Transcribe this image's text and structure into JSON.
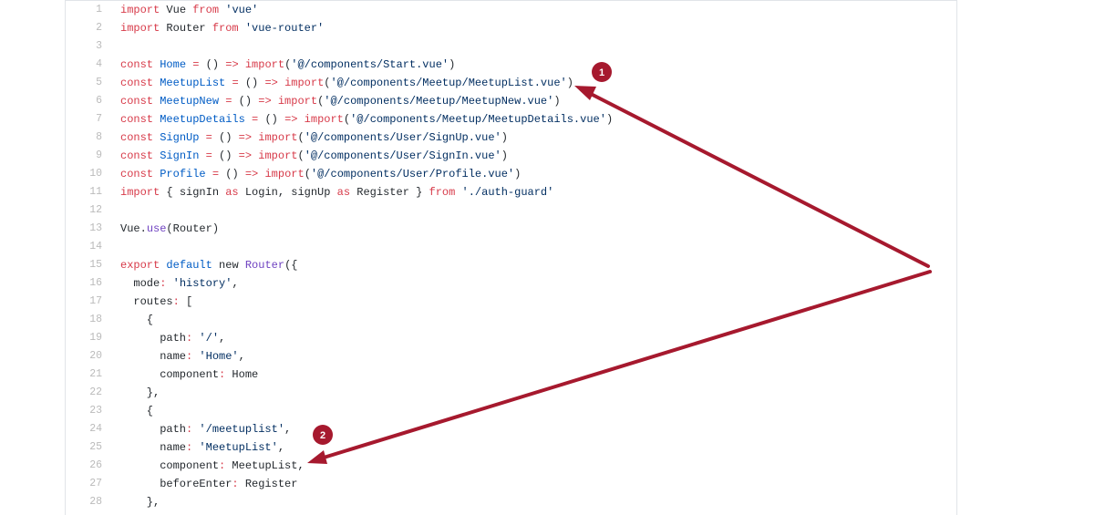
{
  "colors": {
    "keyword": "#d73a49",
    "identifier": "#005cc5",
    "string": "#032f62",
    "function": "#6f42c1",
    "plain": "#24292e",
    "line_number": "#bbbbbb",
    "annotation": "#a6192e"
  },
  "code": {
    "lines": [
      {
        "n": "1",
        "tokens": [
          {
            "t": "import",
            "c": "kw"
          },
          {
            "t": " Vue ",
            "c": "plain"
          },
          {
            "t": "from",
            "c": "kw"
          },
          {
            "t": " ",
            "c": "plain"
          },
          {
            "t": "'vue'",
            "c": "str"
          }
        ]
      },
      {
        "n": "2",
        "tokens": [
          {
            "t": "import",
            "c": "kw"
          },
          {
            "t": " Router ",
            "c": "plain"
          },
          {
            "t": "from",
            "c": "kw"
          },
          {
            "t": " ",
            "c": "plain"
          },
          {
            "t": "'vue-router'",
            "c": "str"
          }
        ]
      },
      {
        "n": "3",
        "tokens": []
      },
      {
        "n": "4",
        "tokens": [
          {
            "t": "const",
            "c": "kw"
          },
          {
            "t": " ",
            "c": "plain"
          },
          {
            "t": "Home",
            "c": "id"
          },
          {
            "t": " ",
            "c": "plain"
          },
          {
            "t": "=",
            "c": "kw"
          },
          {
            "t": " () ",
            "c": "plain"
          },
          {
            "t": "=>",
            "c": "kw"
          },
          {
            "t": " ",
            "c": "plain"
          },
          {
            "t": "import",
            "c": "kw"
          },
          {
            "t": "(",
            "c": "plain"
          },
          {
            "t": "'@/components/Start.vue'",
            "c": "str"
          },
          {
            "t": ")",
            "c": "plain"
          }
        ]
      },
      {
        "n": "5",
        "tokens": [
          {
            "t": "const",
            "c": "kw"
          },
          {
            "t": " ",
            "c": "plain"
          },
          {
            "t": "MeetupList",
            "c": "id"
          },
          {
            "t": " ",
            "c": "plain"
          },
          {
            "t": "=",
            "c": "kw"
          },
          {
            "t": " () ",
            "c": "plain"
          },
          {
            "t": "=>",
            "c": "kw"
          },
          {
            "t": " ",
            "c": "plain"
          },
          {
            "t": "import",
            "c": "kw"
          },
          {
            "t": "(",
            "c": "plain"
          },
          {
            "t": "'@/components/Meetup/MeetupList.vue'",
            "c": "str"
          },
          {
            "t": ")",
            "c": "plain"
          }
        ]
      },
      {
        "n": "6",
        "tokens": [
          {
            "t": "const",
            "c": "kw"
          },
          {
            "t": " ",
            "c": "plain"
          },
          {
            "t": "MeetupNew",
            "c": "id"
          },
          {
            "t": " ",
            "c": "plain"
          },
          {
            "t": "=",
            "c": "kw"
          },
          {
            "t": " () ",
            "c": "plain"
          },
          {
            "t": "=>",
            "c": "kw"
          },
          {
            "t": " ",
            "c": "plain"
          },
          {
            "t": "import",
            "c": "kw"
          },
          {
            "t": "(",
            "c": "plain"
          },
          {
            "t": "'@/components/Meetup/MeetupNew.vue'",
            "c": "str"
          },
          {
            "t": ")",
            "c": "plain"
          }
        ]
      },
      {
        "n": "7",
        "tokens": [
          {
            "t": "const",
            "c": "kw"
          },
          {
            "t": " ",
            "c": "plain"
          },
          {
            "t": "MeetupDetails",
            "c": "id"
          },
          {
            "t": " ",
            "c": "plain"
          },
          {
            "t": "=",
            "c": "kw"
          },
          {
            "t": " () ",
            "c": "plain"
          },
          {
            "t": "=>",
            "c": "kw"
          },
          {
            "t": " ",
            "c": "plain"
          },
          {
            "t": "import",
            "c": "kw"
          },
          {
            "t": "(",
            "c": "plain"
          },
          {
            "t": "'@/components/Meetup/MeetupDetails.vue'",
            "c": "str"
          },
          {
            "t": ")",
            "c": "plain"
          }
        ]
      },
      {
        "n": "8",
        "tokens": [
          {
            "t": "const",
            "c": "kw"
          },
          {
            "t": " ",
            "c": "plain"
          },
          {
            "t": "SignUp",
            "c": "id"
          },
          {
            "t": " ",
            "c": "plain"
          },
          {
            "t": "=",
            "c": "kw"
          },
          {
            "t": " () ",
            "c": "plain"
          },
          {
            "t": "=>",
            "c": "kw"
          },
          {
            "t": " ",
            "c": "plain"
          },
          {
            "t": "import",
            "c": "kw"
          },
          {
            "t": "(",
            "c": "plain"
          },
          {
            "t": "'@/components/User/SignUp.vue'",
            "c": "str"
          },
          {
            "t": ")",
            "c": "plain"
          }
        ]
      },
      {
        "n": "9",
        "tokens": [
          {
            "t": "const",
            "c": "kw"
          },
          {
            "t": " ",
            "c": "plain"
          },
          {
            "t": "SignIn",
            "c": "id"
          },
          {
            "t": " ",
            "c": "plain"
          },
          {
            "t": "=",
            "c": "kw"
          },
          {
            "t": " () ",
            "c": "plain"
          },
          {
            "t": "=>",
            "c": "kw"
          },
          {
            "t": " ",
            "c": "plain"
          },
          {
            "t": "import",
            "c": "kw"
          },
          {
            "t": "(",
            "c": "plain"
          },
          {
            "t": "'@/components/User/SignIn.vue'",
            "c": "str"
          },
          {
            "t": ")",
            "c": "plain"
          }
        ]
      },
      {
        "n": "10",
        "tokens": [
          {
            "t": "const",
            "c": "kw"
          },
          {
            "t": " ",
            "c": "plain"
          },
          {
            "t": "Profile",
            "c": "id"
          },
          {
            "t": " ",
            "c": "plain"
          },
          {
            "t": "=",
            "c": "kw"
          },
          {
            "t": " () ",
            "c": "plain"
          },
          {
            "t": "=>",
            "c": "kw"
          },
          {
            "t": " ",
            "c": "plain"
          },
          {
            "t": "import",
            "c": "kw"
          },
          {
            "t": "(",
            "c": "plain"
          },
          {
            "t": "'@/components/User/Profile.vue'",
            "c": "str"
          },
          {
            "t": ")",
            "c": "plain"
          }
        ]
      },
      {
        "n": "11",
        "tokens": [
          {
            "t": "import",
            "c": "kw"
          },
          {
            "t": " { signIn ",
            "c": "plain"
          },
          {
            "t": "as",
            "c": "kw"
          },
          {
            "t": " Login, signUp ",
            "c": "plain"
          },
          {
            "t": "as",
            "c": "kw"
          },
          {
            "t": " Register } ",
            "c": "plain"
          },
          {
            "t": "from",
            "c": "kw"
          },
          {
            "t": " ",
            "c": "plain"
          },
          {
            "t": "'./auth-guard'",
            "c": "str"
          }
        ]
      },
      {
        "n": "12",
        "tokens": []
      },
      {
        "n": "13",
        "tokens": [
          {
            "t": "Vue.",
            "c": "plain"
          },
          {
            "t": "use",
            "c": "fn"
          },
          {
            "t": "(Router)",
            "c": "plain"
          }
        ]
      },
      {
        "n": "14",
        "tokens": []
      },
      {
        "n": "15",
        "tokens": [
          {
            "t": "export",
            "c": "kw"
          },
          {
            "t": " ",
            "c": "plain"
          },
          {
            "t": "default",
            "c": "id"
          },
          {
            "t": " new ",
            "c": "plain"
          },
          {
            "t": "Router",
            "c": "fn"
          },
          {
            "t": "({",
            "c": "plain"
          }
        ]
      },
      {
        "n": "16",
        "tokens": [
          {
            "t": "  mode",
            "c": "plain"
          },
          {
            "t": ":",
            "c": "kw"
          },
          {
            "t": " ",
            "c": "plain"
          },
          {
            "t": "'history'",
            "c": "str"
          },
          {
            "t": ",",
            "c": "plain"
          }
        ]
      },
      {
        "n": "17",
        "tokens": [
          {
            "t": "  routes",
            "c": "plain"
          },
          {
            "t": ":",
            "c": "kw"
          },
          {
            "t": " [",
            "c": "plain"
          }
        ]
      },
      {
        "n": "18",
        "tokens": [
          {
            "t": "    {",
            "c": "plain"
          }
        ]
      },
      {
        "n": "19",
        "tokens": [
          {
            "t": "      path",
            "c": "plain"
          },
          {
            "t": ":",
            "c": "kw"
          },
          {
            "t": " ",
            "c": "plain"
          },
          {
            "t": "'/'",
            "c": "str"
          },
          {
            "t": ",",
            "c": "plain"
          }
        ]
      },
      {
        "n": "20",
        "tokens": [
          {
            "t": "      name",
            "c": "plain"
          },
          {
            "t": ":",
            "c": "kw"
          },
          {
            "t": " ",
            "c": "plain"
          },
          {
            "t": "'Home'",
            "c": "str"
          },
          {
            "t": ",",
            "c": "plain"
          }
        ]
      },
      {
        "n": "21",
        "tokens": [
          {
            "t": "      component",
            "c": "plain"
          },
          {
            "t": ":",
            "c": "kw"
          },
          {
            "t": " Home",
            "c": "plain"
          }
        ]
      },
      {
        "n": "22",
        "tokens": [
          {
            "t": "    },",
            "c": "plain"
          }
        ]
      },
      {
        "n": "23",
        "tokens": [
          {
            "t": "    {",
            "c": "plain"
          }
        ]
      },
      {
        "n": "24",
        "tokens": [
          {
            "t": "      path",
            "c": "plain"
          },
          {
            "t": ":",
            "c": "kw"
          },
          {
            "t": " ",
            "c": "plain"
          },
          {
            "t": "'/meetuplist'",
            "c": "str"
          },
          {
            "t": ",",
            "c": "plain"
          }
        ]
      },
      {
        "n": "25",
        "tokens": [
          {
            "t": "      name",
            "c": "plain"
          },
          {
            "t": ":",
            "c": "kw"
          },
          {
            "t": " ",
            "c": "plain"
          },
          {
            "t": "'MeetupList'",
            "c": "str"
          },
          {
            "t": ",",
            "c": "plain"
          }
        ]
      },
      {
        "n": "26",
        "tokens": [
          {
            "t": "      component",
            "c": "plain"
          },
          {
            "t": ":",
            "c": "kw"
          },
          {
            "t": " MeetupList,",
            "c": "plain"
          }
        ]
      },
      {
        "n": "27",
        "tokens": [
          {
            "t": "      beforeEnter",
            "c": "plain"
          },
          {
            "t": ":",
            "c": "kw"
          },
          {
            "t": " Register",
            "c": "plain"
          }
        ]
      },
      {
        "n": "28",
        "tokens": [
          {
            "t": "    },",
            "c": "plain"
          }
        ]
      }
    ]
  },
  "annotations": {
    "badge_1": "1",
    "badge_2": "2",
    "arrow_icon": "arrow-icon"
  }
}
